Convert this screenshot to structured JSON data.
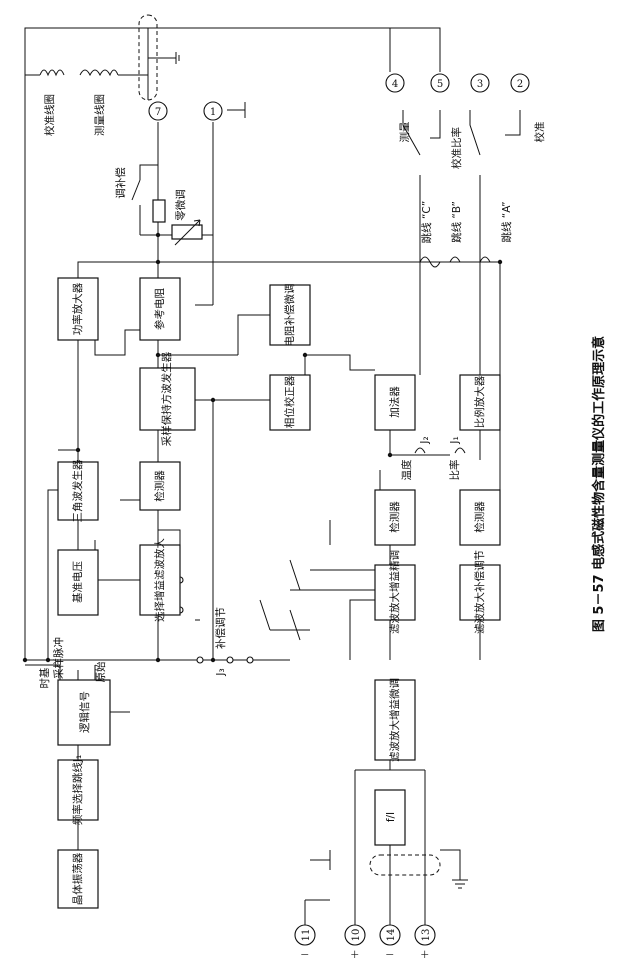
{
  "figure": {
    "caption": "图 5－57   电感式磁性物含量测量仪的工作原理示意"
  },
  "blocks": {
    "crystal_osc": "晶体振荡器",
    "freq_select": "频率选择跳线J₁",
    "logic_signal": "逻辑信号",
    "filter_gain_bottom": "滤波放大增益微调",
    "ref_voltage": "基准电压",
    "select_gain_filter": "选择增益滤波放大",
    "triangle_gen": "三角波发生器",
    "detector_top": "检测器",
    "power_amp": "功率放大器",
    "sample_hold": "采样保持方波发生器",
    "ref_resistor": "参考电阻",
    "phase_corrector": "相位校正器",
    "resistor_comp": "电阻补偿微调",
    "filter_gain_fine": "滤波放大增益精调",
    "detector_mid": "检测器",
    "adder": "加法器",
    "filter_comp": "滤波放大补偿调节",
    "detector_right": "检测器",
    "ratio_amp": "比例放大器",
    "f_i": "f/I"
  },
  "labels": {
    "calib_coil": "校准线圈",
    "meas_coil": "测量线圈",
    "adjust_comp": "调补偿",
    "zero_fine": "零微调",
    "clock": "时基",
    "sample_pulse": "采样脉冲",
    "original": "原始",
    "comp_adjust": "补偿调节",
    "j3": "J₃",
    "temperature": "温度",
    "j2": "J₂",
    "j1": "J₁",
    "ratio": "比率",
    "jumper_c": "跳线 “C”",
    "jumper_b": "跳线 “B”",
    "jumper_a": "跳线 “A”",
    "measure": "测量",
    "calib_ratio": "校准比率",
    "calib": "校准"
  },
  "terminals": {
    "t7": "7",
    "t1": "1",
    "t4": "4",
    "t5": "5",
    "t3": "3",
    "t2": "2",
    "t11": "11",
    "t10": "10",
    "t14": "14",
    "t13": "13"
  },
  "signs": {
    "minus": "－",
    "plus": "＋"
  }
}
